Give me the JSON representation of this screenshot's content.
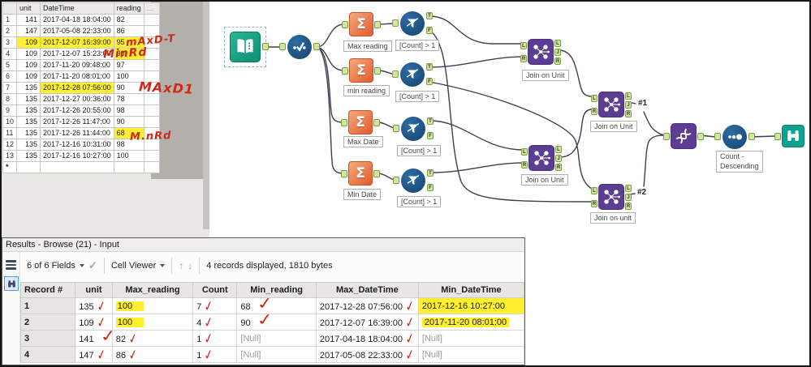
{
  "glyphs": {
    "sigma": "Σ",
    "check": "✓",
    "up": "↑",
    "down": "↓"
  },
  "preview_table": {
    "headers": [
      "",
      "unit",
      "DateTime",
      "reading",
      "…"
    ],
    "star": "*",
    "rows": [
      [
        "1",
        "141",
        "2017-04-18 18:04:00",
        "82"
      ],
      [
        "2",
        "147",
        "2017-05-08 22:33:00",
        "86"
      ],
      [
        "3",
        "109",
        "2017-12-07 16:39:00",
        "95"
      ],
      [
        "4",
        "109",
        "2017-12-07 15:23:00",
        "90"
      ],
      [
        "5",
        "109",
        "2017-11-20 09:48:00",
        "97"
      ],
      [
        "6",
        "109",
        "2017-11-20 08:01:00",
        "100"
      ],
      [
        "7",
        "135",
        "2017-12-28 07:56:00",
        "90"
      ],
      [
        "8",
        "135",
        "2017-12-27 00:36:00",
        "78"
      ],
      [
        "9",
        "135",
        "2017-12-26 20:55:00",
        "98"
      ],
      [
        "10",
        "135",
        "2017-12-26 11:47:00",
        "90"
      ],
      [
        "11",
        "135",
        "2017-12-26 11:44:00",
        "68"
      ],
      [
        "12",
        "135",
        "2017-12-16 10:31:00",
        "98"
      ],
      [
        "13",
        "135",
        "2017-12-16 10:27:00",
        "100"
      ]
    ]
  },
  "annotations": {
    "a1": "mAxD-T",
    "a2": "MinRd",
    "a3": "MAxD1",
    "a4": "M.nRd"
  },
  "workflow": {
    "labels": {
      "sum1": "Max reading",
      "sum2": "min reading",
      "sum3": "Max Date",
      "sum4": "Min Date",
      "f1": "[Count] > 1",
      "f2": "[Count] > 1",
      "f3": "[Count] > 1",
      "f4": "[Count] > 1",
      "join1": "Join on Unit",
      "join2": "Join on Unit",
      "join3": "Join on Unit",
      "join4": "Join on unit",
      "sort1": "Count -",
      "sort2": "Descending",
      "out1": "#1",
      "out2": "#2"
    }
  },
  "results": {
    "title": "Results - Browse (21) - Input",
    "toolbar": {
      "fields": "6 of 6 Fields",
      "cell_viewer": "Cell Viewer",
      "records": "4 records displayed, 1810 bytes"
    },
    "headers": [
      "Record #",
      "unit",
      "Max_reading",
      "Count",
      "Min_reading",
      "Max_DateTime",
      "Min_DateTime"
    ],
    "rows": [
      [
        "1",
        "135",
        "100",
        "7",
        "68",
        "2017-12-28 07:56:00",
        "2017-12-16 10:27:00"
      ],
      [
        "2",
        "109",
        "100",
        "4",
        "90",
        "2017-12-07 16:39:00",
        "2017-11-20 08:01:00"
      ],
      [
        "3",
        "141",
        "82",
        "1",
        "[Null]",
        "2017-04-18 18:04:00",
        "[Null]"
      ],
      [
        "4",
        "147",
        "86",
        "1",
        "[Null]",
        "2017-05-08 22:33:00",
        "[Null]"
      ]
    ]
  }
}
